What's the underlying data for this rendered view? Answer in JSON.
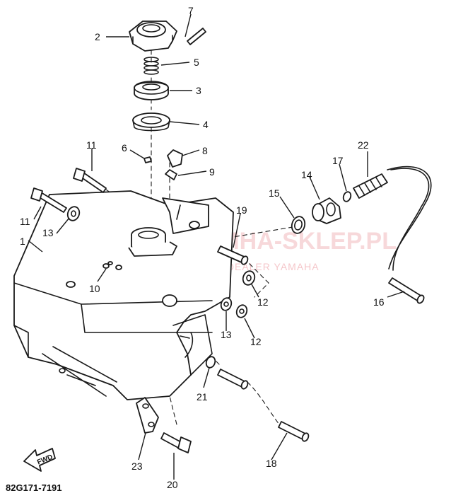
{
  "diagram": {
    "part_code": "82G171-7191",
    "fwd_label": "FWD",
    "watermark": {
      "brand": "...MHA-SKLEP.PL",
      "tagline": "...WSCIECH... | DEALER YAMAHA"
    },
    "callouts": {
      "p1": "1",
      "p2": "2",
      "p3": "3",
      "p4": "4",
      "p5": "5",
      "p6": "6",
      "p7": "7",
      "p8": "8",
      "p9": "9",
      "p10": "10",
      "p11a": "11",
      "p11b": "11",
      "p12a": "12",
      "p12b": "12",
      "p13a": "13",
      "p13b": "13",
      "p14": "14",
      "p15": "15",
      "p16": "16",
      "p17": "17",
      "p18": "18",
      "p19": "19",
      "p20": "20",
      "p21": "21",
      "p22": "22",
      "p23": "23"
    }
  }
}
